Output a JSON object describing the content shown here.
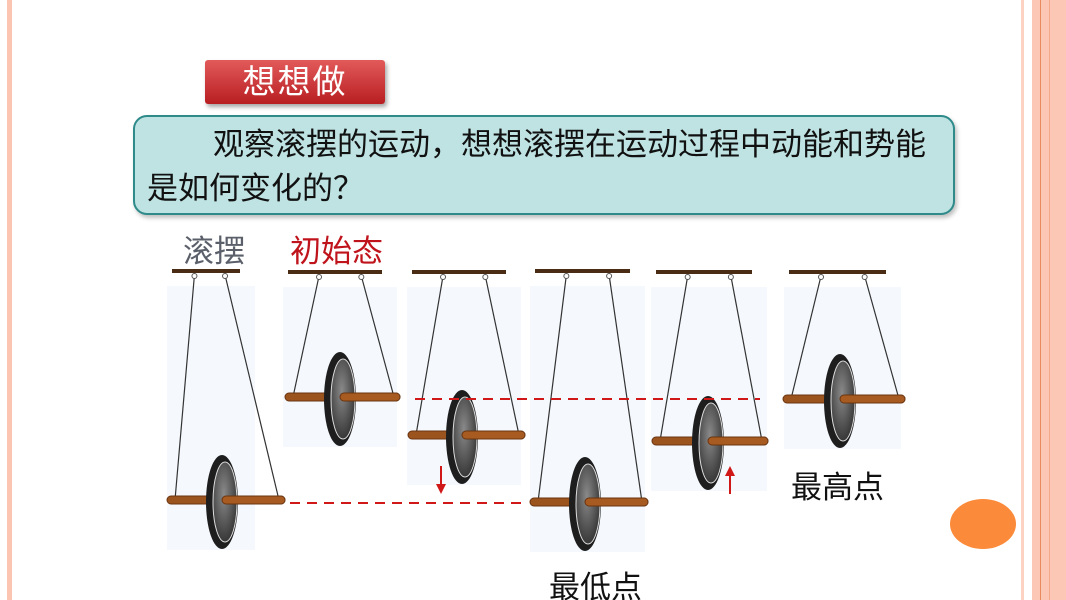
{
  "slide": {
    "tag_label": "想想做",
    "question": "观察滚摆的运动，想想滚摆在运动过程中动能和势能是如何变化的？",
    "label_pendulum": "滚摆",
    "label_initial": "初始态",
    "label_highest": "最高点",
    "label_lowest": "最低点"
  },
  "colors": {
    "accent_red": "#c0141c",
    "box_fill": "#bfe3e3",
    "box_border": "#2f8a8a",
    "border_peach": "#fcc8b5",
    "dot_orange": "#fb8a3a"
  }
}
